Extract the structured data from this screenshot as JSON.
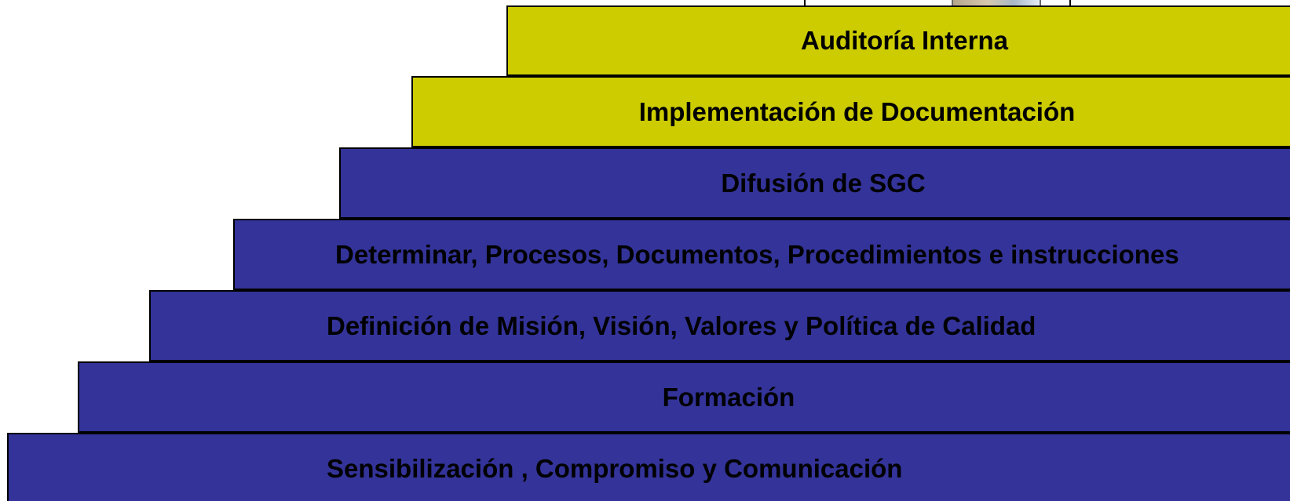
{
  "steps": [
    {
      "label": "Auditoría Interna",
      "color": "#cccc00"
    },
    {
      "label": "Implementación de Documentación",
      "color": "#cccc00"
    },
    {
      "label": "Difusión de SGC",
      "color": "#333399"
    },
    {
      "label": "Determinar, Procesos, Documentos, Procedimientos e instrucciones",
      "color": "#333399"
    },
    {
      "label": "Definición de Misión, Visión, Valores y Política de Calidad",
      "color": "#333399"
    },
    {
      "label": "Formación",
      "color": "#333399"
    },
    {
      "label": "Sensibilización , Compromiso y Comunicación",
      "color": "#333399"
    }
  ]
}
